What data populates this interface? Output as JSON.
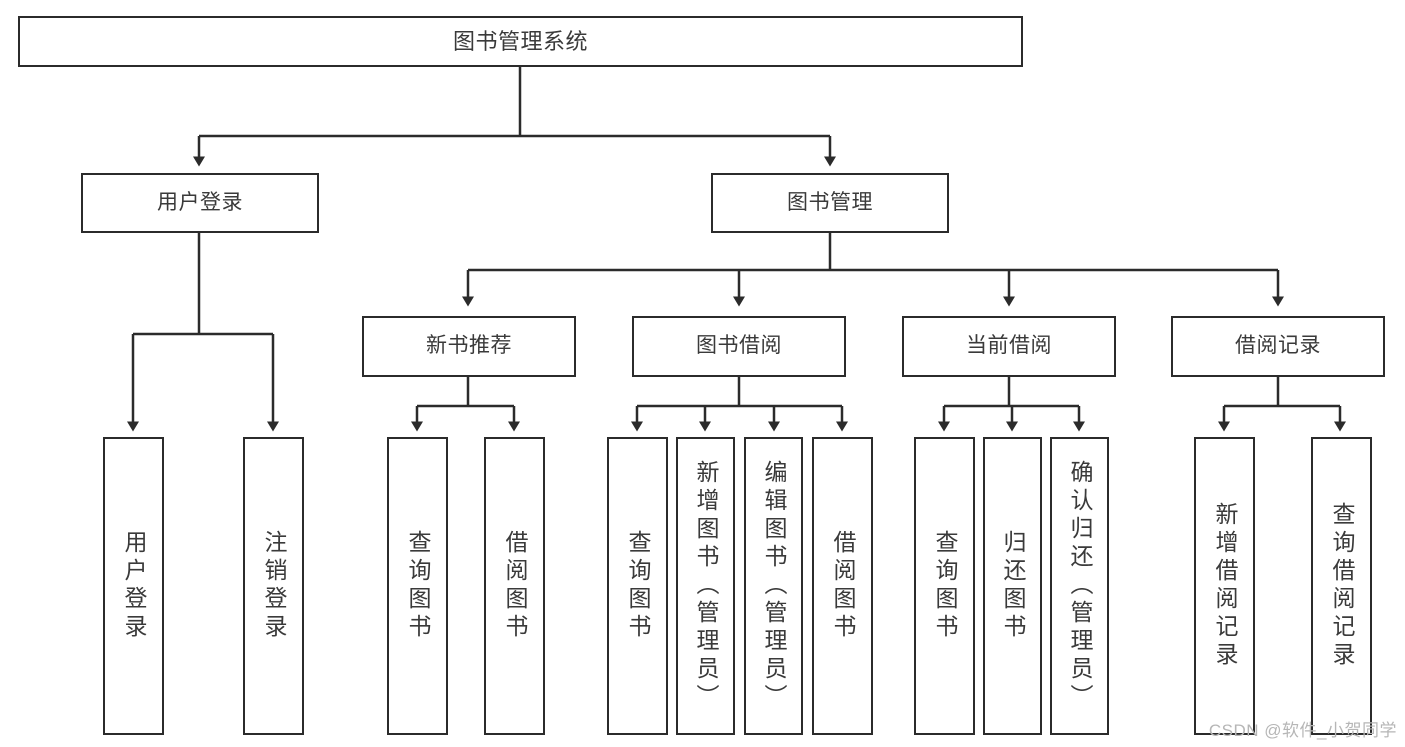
{
  "diagram": {
    "title": "图书管理系统",
    "type": "tree-hierarchy-diagram",
    "colors": {
      "background": "#ffffff",
      "node_border": "#2b2b2b",
      "node_fill": "#ffffff",
      "text": "#3a3a3a",
      "edge": "#2b2b2b",
      "watermark": "#b6b6b6"
    }
  },
  "root": {
    "label": "图书管理系统"
  },
  "level2": [
    {
      "label": "用户登录"
    },
    {
      "label": "图书管理"
    }
  ],
  "level3": [
    {
      "label": "新书推荐"
    },
    {
      "label": "图书借阅"
    },
    {
      "label": "当前借阅"
    },
    {
      "label": "借阅记录"
    }
  ],
  "leaves": {
    "user_login": [
      {
        "label": "用户登录"
      },
      {
        "label": "注销登录"
      }
    ],
    "new_book_recommend": [
      {
        "label": "查询图书"
      },
      {
        "label": "借阅图书"
      }
    ],
    "book_borrow": [
      {
        "label": "查询图书"
      },
      {
        "label": "新增图书（管理员）"
      },
      {
        "label": "编辑图书（管理员）"
      },
      {
        "label": "借阅图书"
      }
    ],
    "current_borrow": [
      {
        "label": "查询图书"
      },
      {
        "label": "归还图书"
      },
      {
        "label": "确认归还（管理员）"
      }
    ],
    "borrow_records": [
      {
        "label": "新增借阅记录"
      },
      {
        "label": "查询借阅记录"
      }
    ]
  },
  "watermark": {
    "text": "CSDN @软件_小贺同学"
  }
}
